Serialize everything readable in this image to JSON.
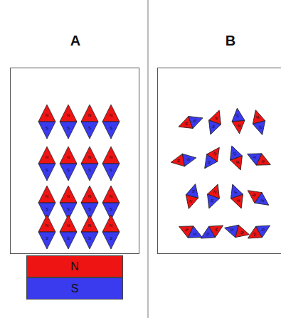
{
  "diagram": {
    "nodes": [
      {
        "text": [
          "A"
        ]
      },
      {
        "text": [
          "B"
        ]
      },
      {
        "text": [
          "N"
        ]
      },
      {
        "text": [
          "S"
        ]
      }
    ],
    "labels": [
      "N",
      "S",
      "N",
      "S",
      "N",
      "S",
      "N",
      "S",
      "N",
      "S",
      "N",
      "S",
      "N",
      "S",
      "N",
      "S",
      "N",
      "S",
      "N",
      "S",
      "N",
      "S",
      "N",
      "S",
      "N",
      "S",
      "N",
      "S",
      "N",
      "S",
      "N",
      "S",
      "N",
      "S",
      "N",
      "S",
      "N",
      "S",
      "N",
      "S",
      "N",
      "S",
      "N",
      "S",
      "N",
      "S",
      "N",
      "S",
      "N",
      "S",
      "N",
      "S",
      "N",
      "S",
      "N",
      "S",
      "N",
      "S",
      "N",
      "S",
      "N",
      "S",
      "N",
      "S"
    ]
  }
}
